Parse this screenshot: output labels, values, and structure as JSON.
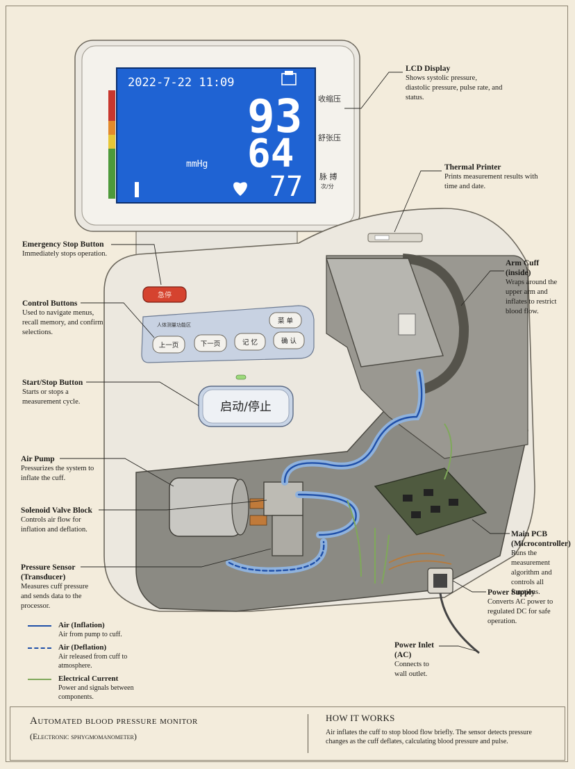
{
  "display": {
    "datetime": "2022-7-22 11:09",
    "systolic": "93",
    "diastolic": "64",
    "pulse": "77",
    "unit": "mmHg",
    "systolic_label": "收缩压",
    "diastolic_label": "舒张压",
    "pulse_label": "脉 搏",
    "pulse_unit": "次/分",
    "screen_color": "#1f63d3"
  },
  "device_buttons": {
    "emergency": "急停",
    "prev": "上一页",
    "next": "下一页",
    "memory": "记 忆",
    "menu": "菜 单",
    "confirm": "确 认",
    "start_stop": "启动/停止",
    "panel_caption": "人体测量功能区"
  },
  "callouts": {
    "lcd": {
      "title": "LCD Display",
      "desc": "Shows systolic pressure, diastolic pressure, pulse rate, and status."
    },
    "printer": {
      "title": "Thermal Printer",
      "desc": "Prints measurement results with time and date."
    },
    "cuff": {
      "title": "Arm Cuff (inside)",
      "desc": "Wraps around the upper arm and inflates to restrict blood flow."
    },
    "emergency": {
      "title": "Emergency Stop Button",
      "desc": "Immediately stops operation."
    },
    "control": {
      "title": "Control Buttons",
      "desc": "Used to navigate menus, recall memory, and confirm selections."
    },
    "startstop": {
      "title": "Start/Stop Button",
      "desc": "Starts or stops a measurement cycle."
    },
    "pump": {
      "title": "Air Pump",
      "desc": "Pressurizes the system to inflate the cuff."
    },
    "valve": {
      "title": "Solenoid Valve Block",
      "desc": "Controls air flow for inflation and deflation."
    },
    "sensor": {
      "title": "Pressure Sensor (Transducer)",
      "desc": "Measures cuff pressure and sends data to the processor."
    },
    "pcb": {
      "title": "Main PCB (Microcontroller)",
      "desc": "Runs the measurement algorithm and controls all functions."
    },
    "power": {
      "title": "Power Supply",
      "desc": "Converts AC power to regulated DC for safe operation."
    },
    "inlet": {
      "title": "Power Inlet (AC)",
      "desc": "Connects to wall outlet."
    }
  },
  "legend": {
    "inflation": {
      "title": "Air (Inflation)",
      "desc": "Air from pump to cuff.",
      "color": "#1f4fa8"
    },
    "deflation": {
      "title": "Air (Deflation)",
      "desc": "Air released from cuff to atmosphere.",
      "color": "#1f4fa8"
    },
    "electrical": {
      "title": "Electrical Current",
      "desc": "Power and signals between components.",
      "color": "#7fa85a"
    }
  },
  "footer": {
    "title": "Automated blood pressure monitor",
    "subtitle": "(Electronic sphygmomanometer)",
    "how_title": "HOW IT WORKS",
    "how_text": "Air inflates the cuff to stop blood flow briefly. The sensor detects pressure changes as the cuff deflates, calculating blood pressure and pulse."
  }
}
